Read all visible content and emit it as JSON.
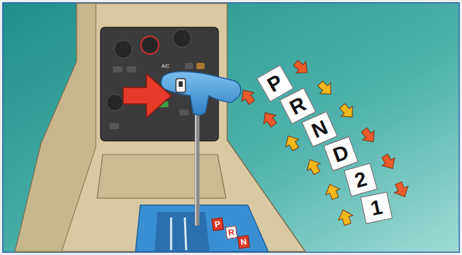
{
  "diagram": {
    "nodes": [
      {
        "text": [
          "P"
        ]
      },
      {
        "text": [
          "R"
        ]
      },
      {
        "text": [
          "N"
        ]
      },
      {
        "text": [
          "D"
        ]
      },
      {
        "text": [
          "2"
        ]
      },
      {
        "text": [
          "1"
        ]
      },
      {
        "text": [
          "P"
        ]
      },
      {
        "text": [
          "R"
        ]
      },
      {
        "text": [
          "N"
        ]
      }
    ],
    "labels": [
      "A/C"
    ]
  }
}
